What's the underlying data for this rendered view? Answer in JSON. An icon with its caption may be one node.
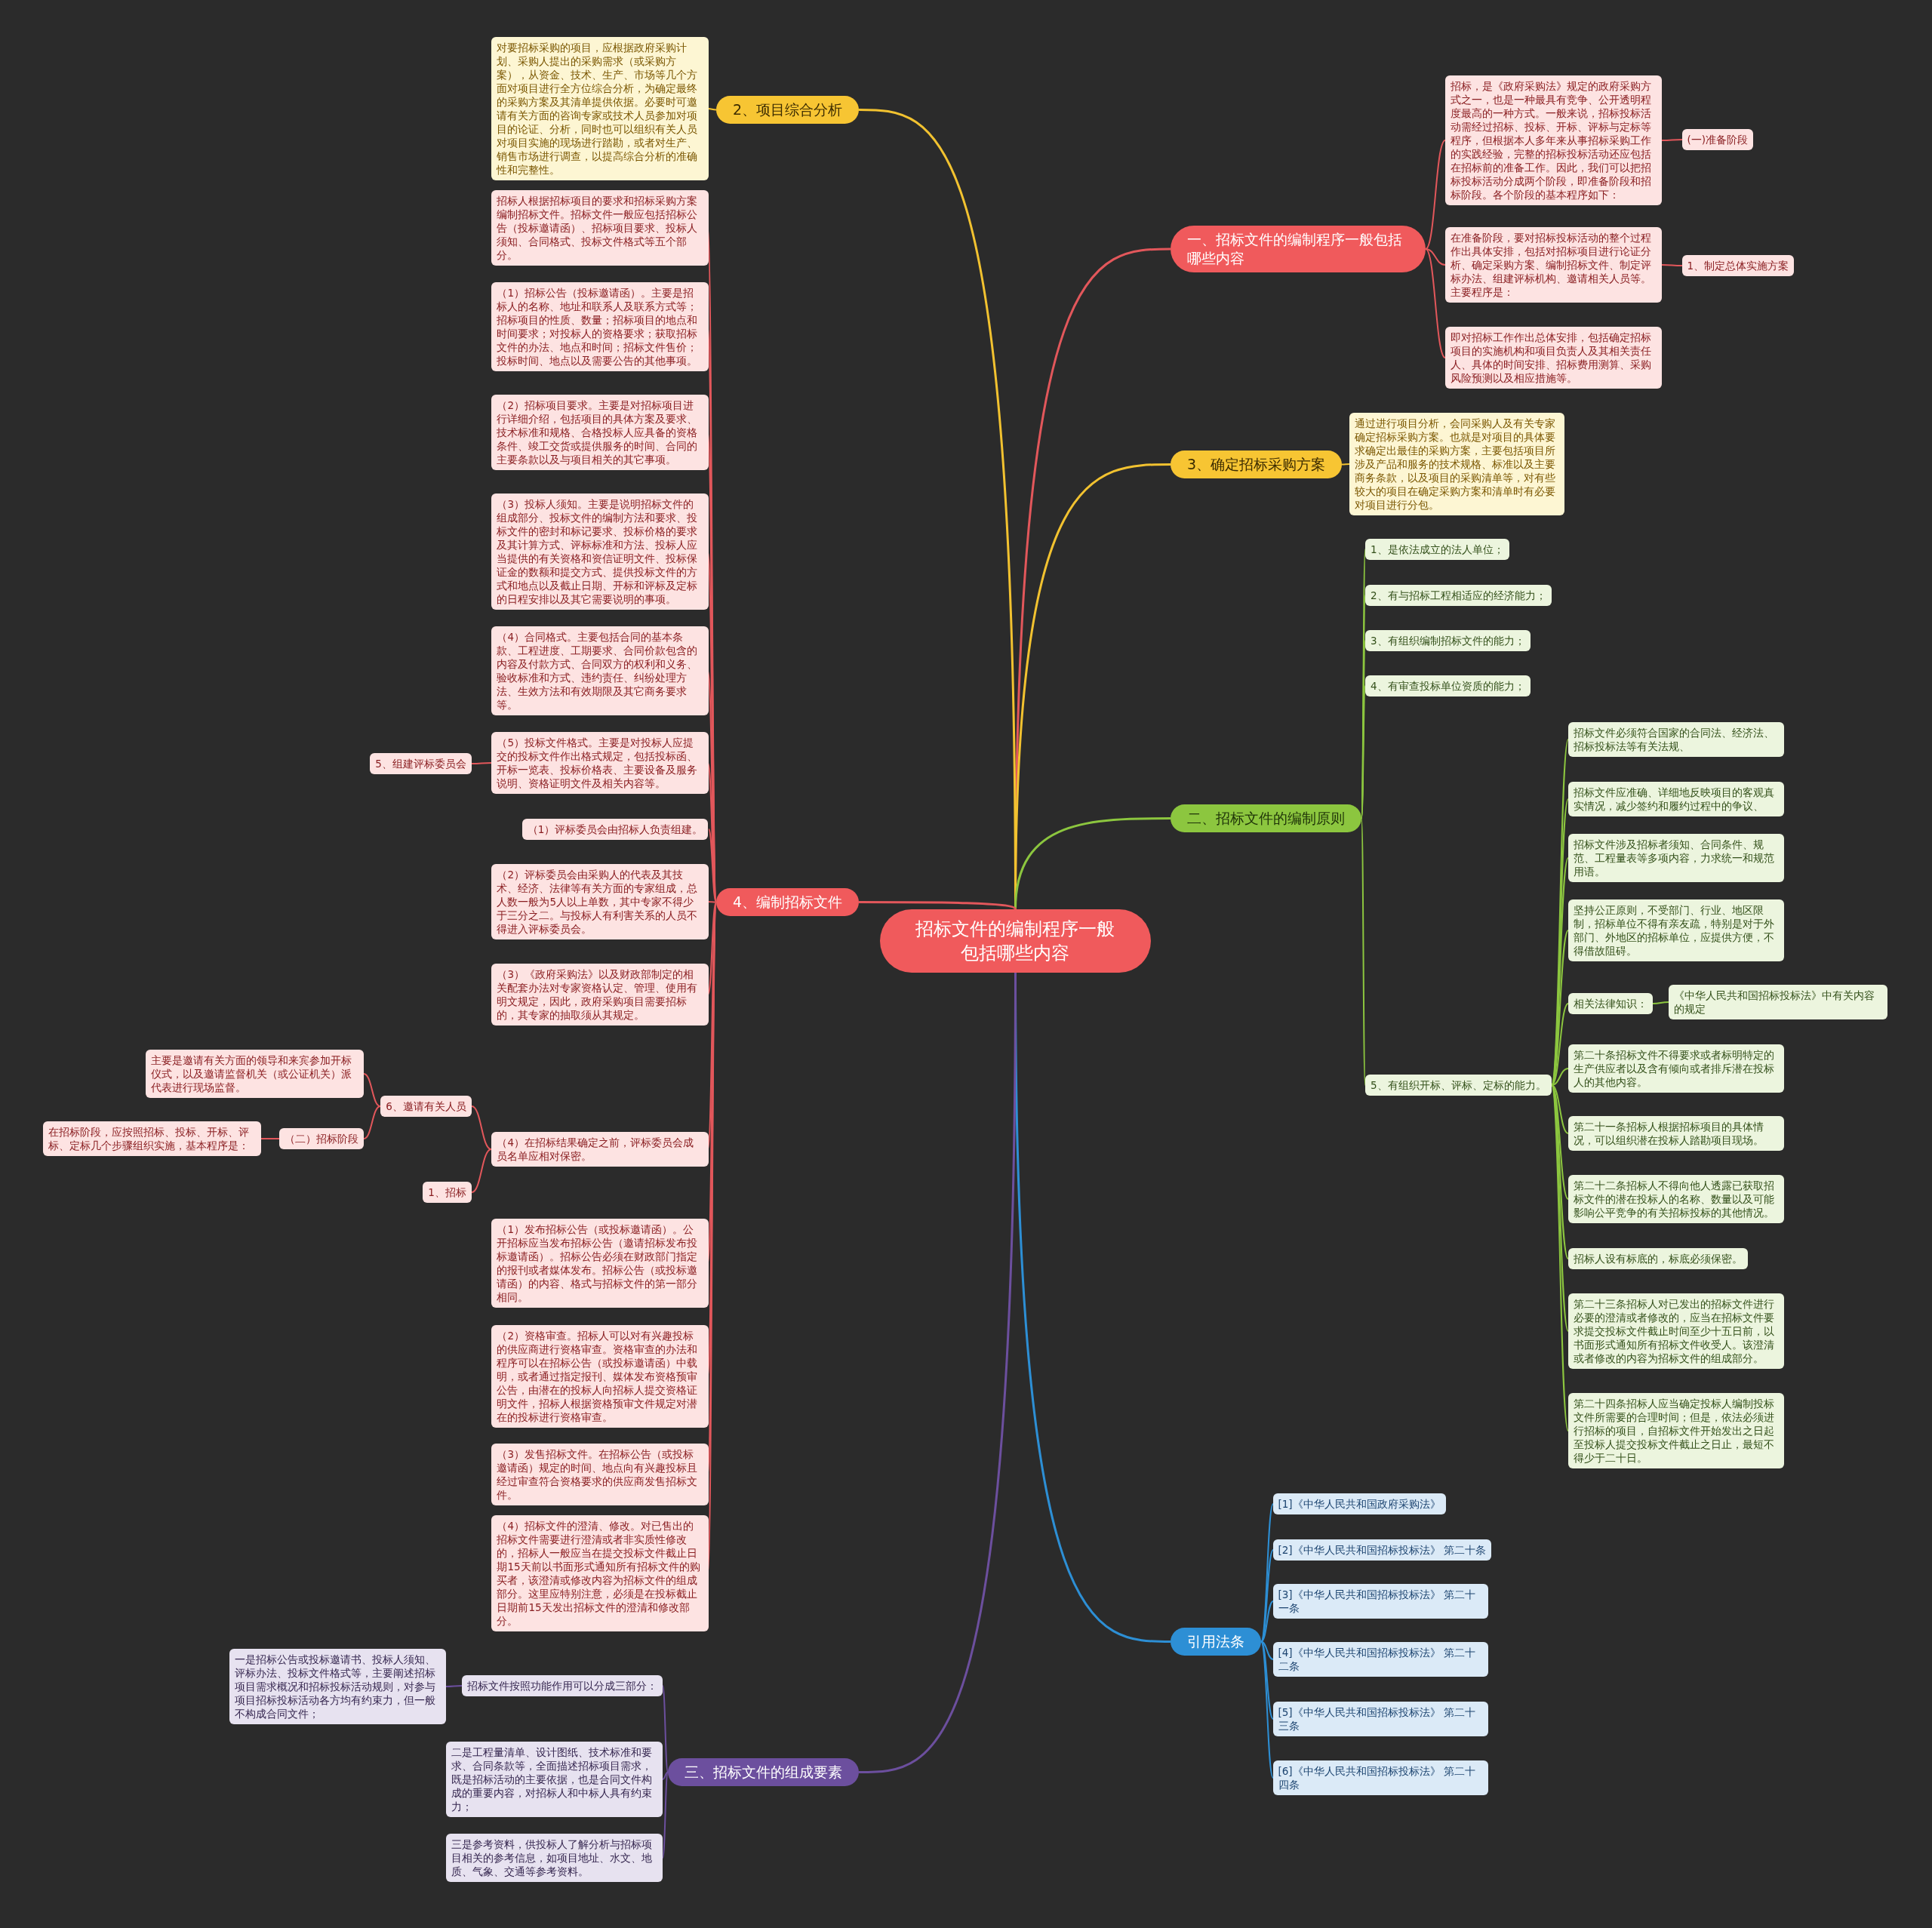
{
  "diagram": {
    "nodes": [
      {
        "text": [
          "招标文件的编制程序一般包括哪些内容"
        ]
      },
      {
        "text": [
          "一、招标文件的编制程序一般包括哪些内容"
        ]
      },
      {
        "text": [
          "招标，是《政府采购法》规定的政府采购方式之一，也是一种最具有竞争、公开透明程度最高的一种方式。一般来说，招标投标活动需经过招标、投标、开标、评标与定标等程序，但根据本人多年来从事招标采购工作的实践经验，完整的招标投标活动还应包括在招标前的准备工作。因此，我们可以把招标投标活动分成两个阶段，即准备阶段和招标阶段。各个阶段的基本程序如下："
        ]
      },
      {
        "text": [
          "(一)准备阶段"
        ]
      },
      {
        "text": [
          "在准备阶段，要对招标投标活动的整个过程作出具体安排，包括对招标项目进行论证分析、确定采购方案、编制招标文件、制定评标办法、组建评标机构、邀请相关人员等。主要程序是："
        ]
      },
      {
        "text": [
          "1、制定总体实施方案"
        ]
      },
      {
        "text": [
          "即对招标工作作出总体安排，包括确定招标项目的实施机构和项目负责人及其相关责任人、具体的时间安排、招标费用测算、采购风险预测以及相应措施等。"
        ]
      },
      {
        "text": [
          "2、项目综合分析"
        ]
      },
      {
        "text": [
          "对要招标采购的项目，应根据政府采购计划、采购人提出的采购需求（或采购方案），从资金、技术、生产、市场等几个方面对项目进行全方位综合分析，为确定最终的采购方案及其清单提供依据。必要时可邀请有关方面的咨询专家或技术人员参加对项目的论证、分析，同时也可以组织有关人员对项目实施的现场进行踏勘，或者对生产、销售市场进行调查，以提高综合分析的准确性和完整性。"
        ]
      },
      {
        "text": [
          "3、确定招标采购方案"
        ]
      },
      {
        "text": [
          "通过进行项目分析，会同采购人及有关专家确定招标采购方案。也就是对项目的具体要求确定出最佳的采购方案，主要包括项目所涉及产品和服务的技术规格、标准以及主要商务条款，以及项目的采购清单等，对有些较大的项目在确定采购方案和清单时有必要对项目进行分包。"
        ]
      },
      {
        "text": [
          "二、招标文件的编制原则"
        ]
      },
      {
        "text": [
          "1、是依法成立的法人单位；"
        ]
      },
      {
        "text": [
          "2、有与招标工程相适应的经济能力；"
        ]
      },
      {
        "text": [
          "3、有组织编制招标文件的能力；"
        ]
      },
      {
        "text": [
          "4、有审查投标单位资质的能力；"
        ]
      },
      {
        "text": [
          "5、有组织开标、评标、定标的能力。"
        ]
      },
      {
        "text": [
          "招标文件必须符合国家的合同法、经济法、招标投标法等有关法规、"
        ]
      },
      {
        "text": [
          "招标文件应准确、详细地反映项目的客观真实情况，减少签约和履约过程中的争议、"
        ]
      },
      {
        "text": [
          "招标文件涉及招标者须知、合同条件、规范、工程量表等多项内容，力求统一和规范用语。"
        ]
      },
      {
        "text": [
          "坚持公正原则，不受部门、行业、地区限制，招标单位不得有亲友疏，特别是对于外部门、外地区的招标单位，应提供方便，不得借故阻碍。"
        ]
      },
      {
        "text": [
          "相关法律知识："
        ]
      },
      {
        "text": [
          "《中华人民共和国招标投标法》中有关内容的规定"
        ]
      },
      {
        "text": [
          "第二十条招标文件不得要求或者标明特定的生产供应者以及含有倾向或者排斥潜在投标人的其他内容。"
        ]
      },
      {
        "text": [
          "第二十一条招标人根据招标项目的具体情况，可以组织潜在投标人踏勘项目现场。"
        ]
      },
      {
        "text": [
          "第二十二条招标人不得向他人透露已获取招标文件的潜在投标人的名称、数量以及可能影响公平竞争的有关招标投标的其他情况。"
        ]
      },
      {
        "text": [
          "招标人设有标底的，标底必须保密。"
        ]
      },
      {
        "text": [
          "第二十三条招标人对已发出的招标文件进行必要的澄清或者修改的，应当在招标文件要求提交投标文件截止时间至少十五日前，以书面形式通知所有招标文件收受人。该澄清或者修改的内容为招标文件的组成部分。"
        ]
      },
      {
        "text": [
          "第二十四条招标人应当确定投标人编制投标文件所需要的合理时间；但是，依法必须进行招标的项目，自招标文件开始发出之日起至投标人提交投标文件截止之日止，最短不得少于二十日。"
        ]
      },
      {
        "text": [
          "4、编制招标文件"
        ]
      },
      {
        "text": [
          "招标人根据招标项目的要求和招标采购方案编制招标文件。招标文件一般应包括招标公告（投标邀请函）、招标项目要求、投标人须知、合同格式、投标文件格式等五个部分。"
        ]
      },
      {
        "text": [
          "（1）招标公告（投标邀请函）。主要是招标人的名称、地址和联系人及联系方式等；招标项目的性质、数量；招标项目的地点和时间要求；对投标人的资格要求；获取招标文件的办法、地点和时间；招标文件售价；投标时间、地点以及需要公告的其他事项。"
        ]
      },
      {
        "text": [
          "（2）招标项目要求。主要是对招标项目进行详细介绍，包括项目的具体方案及要求、技术标准和规格、合格投标人应具备的资格条件、竣工交货或提供服务的时间、合同的主要条款以及与项目相关的其它事项。"
        ]
      },
      {
        "text": [
          "（3）投标人须知。主要是说明招标文件的组成部分、投标文件的编制方法和要求、投标文件的密封和标记要求、投标价格的要求及其计算方式、评标标准和方法、投标人应当提供的有关资格和资信证明文件、投标保证金的数额和提交方式、提供投标文件的方式和地点以及截止日期、开标和评标及定标的日程安排以及其它需要说明的事项。"
        ]
      },
      {
        "text": [
          "（4）合同格式。主要包括合同的基本条款、工程进度、工期要求、合同价款包含的内容及付款方式、合同双方的权利和义务、验收标准和方式、违约责任、纠纷处理方法、生效方法和有效期限及其它商务要求等。"
        ]
      },
      {
        "text": [
          "（5）投标文件格式。主要是对投标人应提交的投标文件作出格式规定，包括投标函、开标一览表、投标价格表、主要设备及服务说明、资格证明文件及相关内容等。"
        ]
      },
      {
        "text": [
          "5、组建评标委员会"
        ]
      },
      {
        "text": [
          "（1）评标委员会由招标人负责组建。"
        ]
      },
      {
        "text": [
          "（2）评标委员会由采购人的代表及其技术、经济、法律等有关方面的专家组成，总人数一般为5人以上单数，其中专家不得少于三分之二。与投标人有利害关系的人员不得进入评标委员会。"
        ]
      },
      {
        "text": [
          "（3）《政府采购法》以及财政部制定的相关配套办法对专家资格认定、管理、使用有明文规定，因此，政府采购项目需要招标的，其专家的抽取须从其规定。"
        ]
      },
      {
        "text": [
          "（4）在招标结果确定之前，评标委员会成员名单应相对保密。"
        ]
      },
      {
        "text": [
          "6、邀请有关人员"
        ]
      },
      {
        "text": [
          "主要是邀请有关方面的领导和来宾参加开标仪式，以及邀请监督机关（或公证机关）派代表进行现场监督。"
        ]
      },
      {
        "text": [
          "（二）招标阶段"
        ]
      },
      {
        "text": [
          "在招标阶段，应按照招标、投标、开标、评标、定标几个步骤组织实施，基本程序是："
        ]
      },
      {
        "text": [
          "1、招标"
        ]
      },
      {
        "text": [
          "（1）发布招标公告（或投标邀请函）。公开招标应当发布招标公告（邀请招标发布投标邀请函）。招标公告必须在财政部门指定的报刊或者媒体发布。招标公告（或投标邀请函）的内容、格式与招标文件的第一部分相同。"
        ]
      },
      {
        "text": [
          "（2）资格审查。招标人可以对有兴趣投标的供应商进行资格审查。资格审查的办法和程序可以在招标公告（或投标邀请函）中载明，或者通过指定报刊、媒体发布资格预审公告，由潜在的投标人向招标人提交资格证明文件，招标人根据资格预审文件规定对潜在的投标进行资格审查。"
        ]
      },
      {
        "text": [
          "（3）发售招标文件。在招标公告（或投标邀请函）规定的时间、地点向有兴趣投标且经过审查符合资格要求的供应商发售招标文件。"
        ]
      },
      {
        "text": [
          "（4）招标文件的澄清、修改。对已售出的招标文件需要进行澄清或者非实质性修改的，招标人一般应当在提交投标文件截止日期15天前以书面形式通知所有招标文件的购买者，该澄清或修改内容为招标文件的组成部分。这里应特别注意，必须是在投标截止日期前15天发出招标文件的澄清和修改部分。"
        ]
      },
      {
        "text": [
          "引用法条"
        ]
      },
      {
        "text": [
          "[1]《中华人民共和国政府采购法》"
        ]
      },
      {
        "text": [
          "[2]《中华人民共和国招标投标法》 第二十条"
        ]
      },
      {
        "text": [
          "[3]《中华人民共和国招标投标法》 第二十一条"
        ]
      },
      {
        "text": [
          "[4]《中华人民共和国招标投标法》 第二十二条"
        ]
      },
      {
        "text": [
          "[5]《中华人民共和国招标投标法》 第二十三条"
        ]
      },
      {
        "text": [
          "[6]《中华人民共和国招标投标法》 第二十四条"
        ]
      },
      {
        "text": [
          "三、招标文件的组成要素"
        ]
      },
      {
        "text": [
          "招标文件按照功能作用可以分成三部分："
        ]
      },
      {
        "text": [
          "一是招标公告或投标邀请书、投标人须知、评标办法、投标文件格式等，主要阐述招标项目需求概况和招标投标活动规则，对参与项目招标投标活动各方均有约束力，但一般不构成合同文件；"
        ]
      },
      {
        "text": [
          "二是工程量清单、设计图纸、技术标准和要求、合同条款等，全面描述招标项目需求，既是招标活动的主要依据，也是合同文件构成的重要内容，对招标人和中标人具有约束力；"
        ]
      },
      {
        "text": [
          "三是参考资料，供投标人了解分析与招标项目相关的参考信息，如项目地址、水文、地质、气象、交通等参考资料。"
        ]
      }
    ],
    "edges": [
      {
        "from": 0,
        "to": 1,
        "arrow": "none"
      },
      {
        "from": 0,
        "to": 7,
        "arrow": "none",
        "color": "#f2c230"
      },
      {
        "from": 0,
        "to": 9,
        "arrow": "none",
        "color": "#f2c230"
      },
      {
        "from": 0,
        "to": 11,
        "arrow": "none",
        "color": "#8cc63f"
      },
      {
        "from": 0,
        "to": 29,
        "arrow": "none"
      },
      {
        "from": 0,
        "to": 50,
        "arrow": "none",
        "color": "#2d8fd5"
      },
      {
        "from": 0,
        "to": 57,
        "arrow": "none",
        "color": "#6c4f9e"
      },
      {
        "from": 1,
        "to": 2,
        "arrow": "none"
      },
      {
        "from": 1,
        "to": 4,
        "arrow": "none"
      },
      {
        "from": 1,
        "to": 6,
        "arrow": "none"
      },
      {
        "from": 2,
        "to": 3,
        "arrow": "none"
      },
      {
        "from": 4,
        "to": 5,
        "arrow": "none"
      },
      {
        "from": 7,
        "to": 8,
        "arrow": "none",
        "color": "#f2c230"
      },
      {
        "from": 9,
        "to": 10,
        "arrow": "none",
        "color": "#f2c230"
      },
      {
        "from": 11,
        "to": 12,
        "arrow": "none",
        "color": "#8cc63f"
      },
      {
        "from": 11,
        "to": 13,
        "arrow": "none",
        "color": "#8cc63f"
      },
      {
        "from": 11,
        "to": 14,
        "arrow": "none",
        "color": "#8cc63f"
      },
      {
        "from": 11,
        "to": 15,
        "arrow": "none",
        "color": "#8cc63f"
      },
      {
        "from": 11,
        "to": 16,
        "arrow": "none",
        "color": "#8cc63f"
      },
      {
        "from": 16,
        "to": 17,
        "arrow": "none",
        "color": "#8cc63f"
      },
      {
        "from": 16,
        "to": 18,
        "arrow": "none",
        "color": "#8cc63f"
      },
      {
        "from": 16,
        "to": 19,
        "arrow": "none",
        "color": "#8cc63f"
      },
      {
        "from": 16,
        "to": 20,
        "arrow": "none",
        "color": "#8cc63f"
      },
      {
        "from": 16,
        "to": 21,
        "arrow": "none",
        "color": "#8cc63f"
      },
      {
        "from": 21,
        "to": 22,
        "arrow": "none",
        "color": "#8cc63f"
      },
      {
        "from": 16,
        "to": 23,
        "arrow": "none",
        "color": "#8cc63f"
      },
      {
        "from": 16,
        "to": 24,
        "arrow": "none",
        "color": "#8cc63f"
      },
      {
        "from": 16,
        "to": 25,
        "arrow": "none",
        "color": "#8cc63f"
      },
      {
        "from": 16,
        "to": 26,
        "arrow": "none",
        "color": "#8cc63f"
      },
      {
        "from": 16,
        "to": 27,
        "arrow": "none",
        "color": "#8cc63f"
      },
      {
        "from": 16,
        "to": 28,
        "arrow": "none",
        "color": "#8cc63f"
      },
      {
        "from": 29,
        "to": 30,
        "arrow": "none"
      },
      {
        "from": 29,
        "to": 31,
        "arrow": "none"
      },
      {
        "from": 29,
        "to": 32,
        "arrow": "none"
      },
      {
        "from": 29,
        "to": 33,
        "arrow": "none"
      },
      {
        "from": 29,
        "to": 34,
        "arrow": "none"
      },
      {
        "from": 29,
        "to": 35,
        "arrow": "none"
      },
      {
        "from": 35,
        "to": 36,
        "arrow": "none"
      },
      {
        "from": 29,
        "to": 37,
        "arrow": "none"
      },
      {
        "from": 29,
        "to": 38,
        "arrow": "none"
      },
      {
        "from": 29,
        "to": 39,
        "arrow": "none"
      },
      {
        "from": 29,
        "to": 40,
        "arrow": "none"
      },
      {
        "from": 40,
        "to": 41,
        "arrow": "none"
      },
      {
        "from": 41,
        "to": 42,
        "arrow": "none"
      },
      {
        "from": 41,
        "to": 43,
        "arrow": "none"
      },
      {
        "from": 43,
        "to": 44,
        "arrow": "none"
      },
      {
        "from": 40,
        "to": 45,
        "arrow": "none"
      },
      {
        "from": 29,
        "to": 46,
        "arrow": "none"
      },
      {
        "from": 29,
        "to": 47,
        "arrow": "none"
      },
      {
        "from": 29,
        "to": 48,
        "arrow": "none"
      },
      {
        "from": 29,
        "to": 49,
        "arrow": "none"
      },
      {
        "from": 50,
        "to": 51,
        "arrow": "none",
        "color": "#2d8fd5"
      },
      {
        "from": 50,
        "to": 52,
        "arrow": "none",
        "color": "#2d8fd5"
      },
      {
        "from": 50,
        "to": 53,
        "arrow": "none",
        "color": "#2d8fd5"
      },
      {
        "from": 50,
        "to": 54,
        "arrow": "none",
        "color": "#2d8fd5"
      },
      {
        "from": 50,
        "to": 55,
        "arrow": "none",
        "color": "#2d8fd5"
      },
      {
        "from": 50,
        "to": 56,
        "arrow": "none",
        "color": "#2d8fd5"
      },
      {
        "from": 57,
        "to": 58,
        "arrow": "none",
        "color": "#6c4f9e"
      },
      {
        "from": 58,
        "to": 59,
        "arrow": "none",
        "color": "#6c4f9e"
      },
      {
        "from": 57,
        "to": 60,
        "arrow": "none",
        "color": "#6c4f9e"
      },
      {
        "from": 57,
        "to": 61,
        "arrow": "none",
        "color": "#6c4f9e"
      }
    ]
  }
}
